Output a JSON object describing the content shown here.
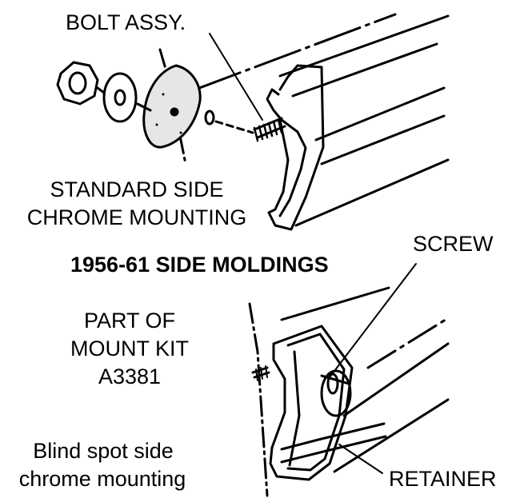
{
  "labels": {
    "bolt_assy": "BOLT ASSY.",
    "standard_side_line1": "STANDARD SIDE",
    "standard_side_line2": "CHROME MOUNTING",
    "title": "1956-61 SIDE MOLDINGS",
    "screw": "SCREW",
    "part_of_line1": "PART OF",
    "part_of_line2": "MOUNT KIT",
    "part_of_line3": "A3381",
    "blind_spot_line1": "Blind spot side",
    "blind_spot_line2": "chrome mounting",
    "retainer": "RETAINER"
  }
}
